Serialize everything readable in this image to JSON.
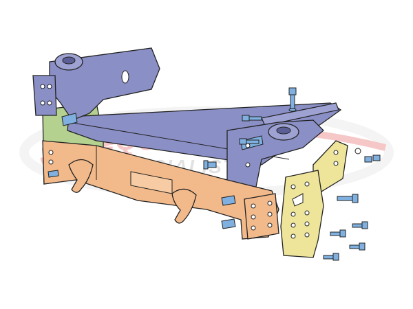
{
  "watermark": {
    "line1": "EQUIPMENT",
    "line2": "SPECIALISTS",
    "color": "#e23a3a"
  },
  "colors": {
    "frame_blue": "#8a8fc6",
    "frame_orange": "#f2b98a",
    "plate_yellow": "#eee59a",
    "bracket_green": "#b4d18f",
    "bolt_blue": "#7fb0e0",
    "outline": "#222222"
  },
  "parts": [
    {
      "id": "upper-crossbar",
      "color": "frame_blue"
    },
    {
      "id": "left-mount-bracket",
      "color": "frame_blue"
    },
    {
      "id": "left-side-plate",
      "color": "bracket_green"
    },
    {
      "id": "right-mount-bracket",
      "color": "frame_blue"
    },
    {
      "id": "lower-push-frame",
      "color": "frame_orange"
    },
    {
      "id": "right-frame-plate",
      "color": "plate_yellow"
    },
    {
      "id": "right-outer-bracket",
      "color": "plate_yellow"
    },
    {
      "id": "hardware-bolts",
      "color": "bolt_blue"
    }
  ]
}
